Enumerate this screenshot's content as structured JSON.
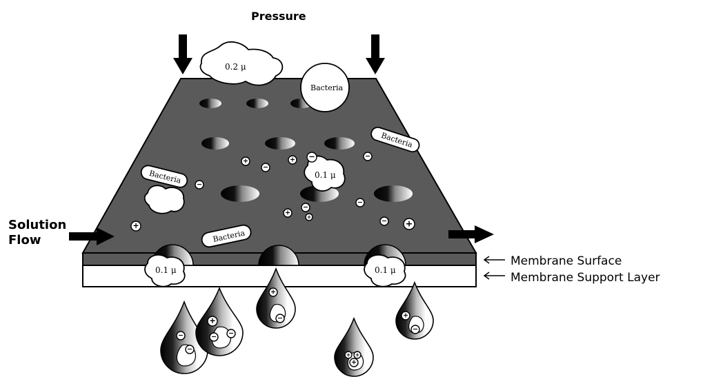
{
  "labels": {
    "pressure": "Pressure",
    "solution_flow_line1": "Solution",
    "solution_flow_line2": "Flow",
    "membrane_surface": "Membrane Surface",
    "membrane_support_layer": "Membrane Support Layer"
  },
  "particles": {
    "blob_top": "0.2 μ",
    "blob_center": "0.1 μ",
    "blob_pore_left": "0.1 μ",
    "blob_pore_right": "0.1 μ",
    "bacteria_round": "Bacteria",
    "bacteria_right": "Bacteria",
    "bacteria_left": "Bacteria",
    "bacteria_bottom": "Bacteria"
  },
  "symbols": {
    "plus": "+",
    "minus": "−"
  },
  "colors": {
    "membrane_surface": "#5a5a5a",
    "support_layer": "#ffffff",
    "ink": "#000000"
  }
}
